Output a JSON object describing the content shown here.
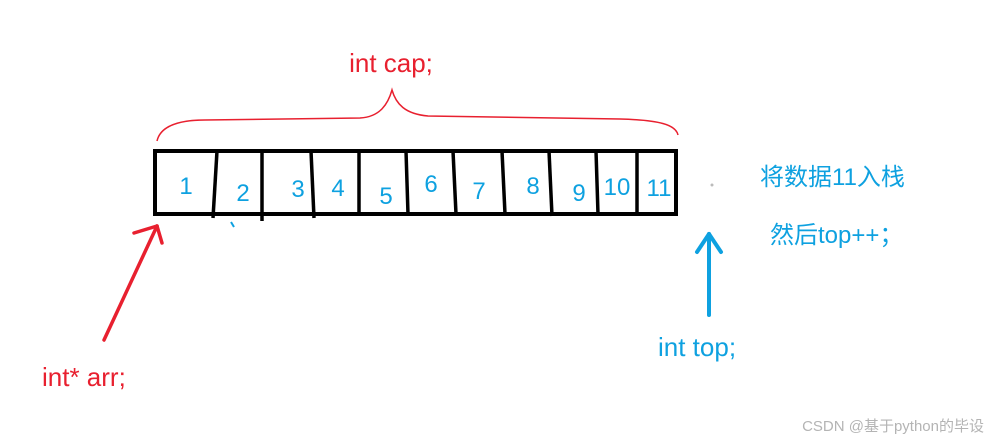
{
  "colors": {
    "red": "#e8202f",
    "blue": "#0ea1e0",
    "black": "#000000",
    "watermark": "#b4b4b4"
  },
  "labels": {
    "cap": "int cap;",
    "arr": "int* arr;",
    "top": "int top;",
    "note_line1": "将数据11入栈",
    "note_line2": "然后top++；"
  },
  "cells": [
    "1",
    "2",
    "3",
    "4",
    "5",
    "6",
    "7",
    "8",
    "9",
    "10",
    "11"
  ],
  "watermark": "CSDN @基于python的毕设",
  "icons": {
    "arr_arrow": "red-arrow-icon",
    "top_arrow": "blue-arrow-icon",
    "brace": "red-curly-brace"
  }
}
